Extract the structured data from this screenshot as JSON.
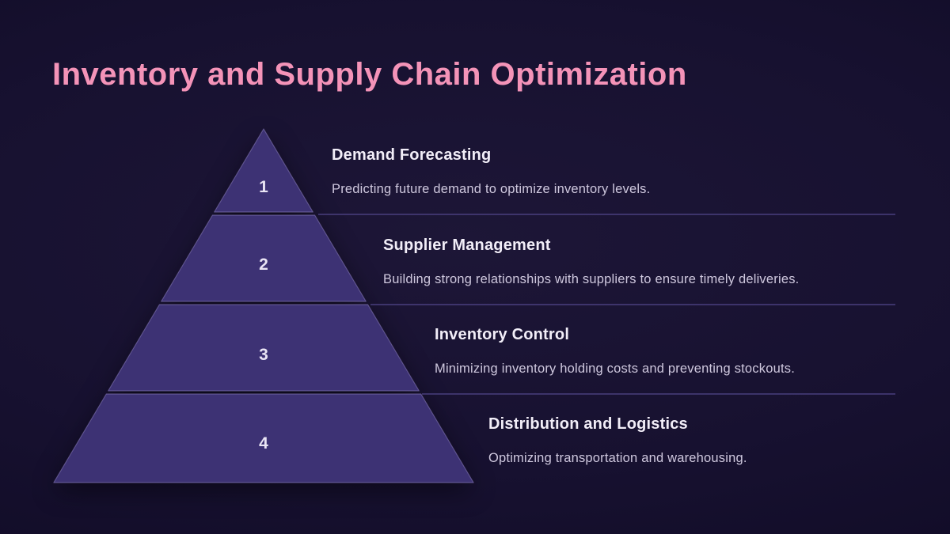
{
  "slide": {
    "title": "Inventory and Supply Chain Optimization"
  },
  "colors": {
    "background_center": "#1d1637",
    "background_edge": "#0e0922",
    "title_pink": "#f493b8",
    "segment_fill": "#3d3274",
    "segment_stroke": "#8a7dbd",
    "divider_line": "#52468c",
    "number_text": "#eae5f5",
    "heading_text": "#f2eef8",
    "body_text": "#cfc8de"
  },
  "pyramid": {
    "levels": [
      {
        "number": "1",
        "title": "Demand Forecasting",
        "description": "Predicting future demand to optimize inventory levels."
      },
      {
        "number": "2",
        "title": "Supplier Management",
        "description": "Building strong relationships with suppliers to ensure timely deliveries."
      },
      {
        "number": "3",
        "title": "Inventory Control",
        "description": "Minimizing inventory holding costs and preventing stockouts."
      },
      {
        "number": "4",
        "title": "Distribution and Logistics",
        "description": "Optimizing transportation and warehousing."
      }
    ]
  }
}
